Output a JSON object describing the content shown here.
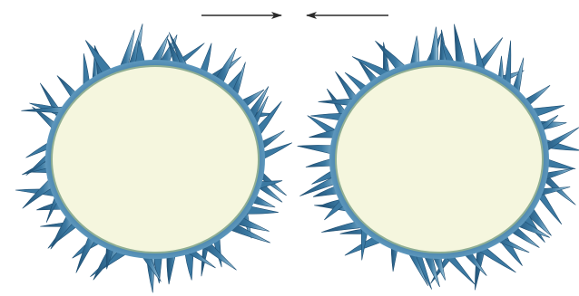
{
  "colors": {
    "background": "#ffffff",
    "spike_dark": "#1f4f73",
    "spike_mid": "#3b79a2",
    "spike_light": "#a9cfe3",
    "cell_fill": "#f5f6de",
    "cell_edge": "#8fae93",
    "arrow": "#2a2a2a"
  },
  "arrows": [
    {
      "name": "arrow-pointing-right",
      "direction": "right"
    },
    {
      "name": "arrow-pointing-left",
      "direction": "left"
    }
  ],
  "cells": [
    {
      "name": "left-cell",
      "spike_count": 62
    },
    {
      "name": "right-cell",
      "spike_count": 62
    }
  ]
}
